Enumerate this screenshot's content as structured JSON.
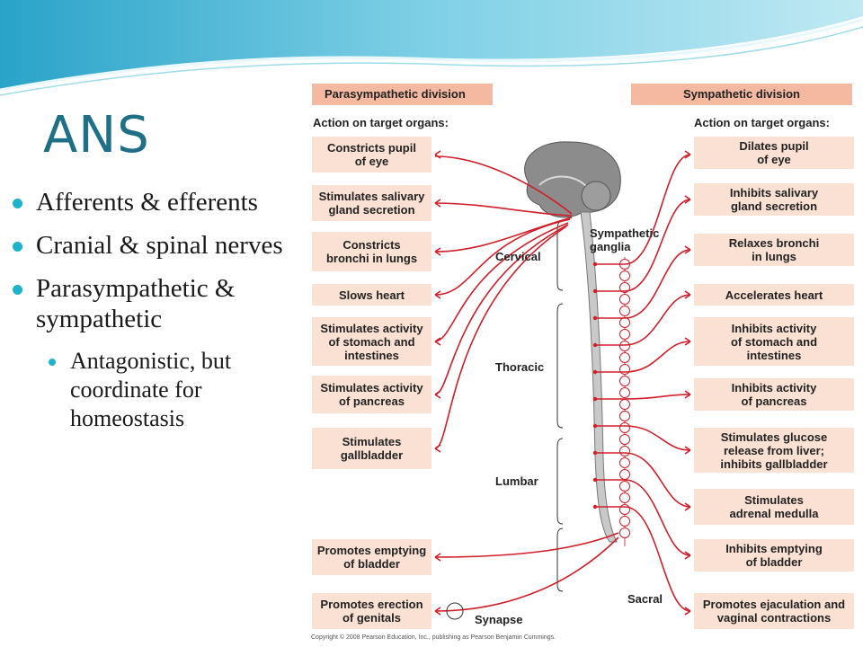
{
  "slide": {
    "title": "ANS",
    "bullets": [
      "Afferents & efferents",
      "Cranial & spinal nerves",
      "Parasympathetic & sympathetic"
    ],
    "sub_bullets": [
      "Antagonistic, but coordinate for homeostasis"
    ]
  },
  "figure": {
    "parasympathetic_header": "Parasympathetic division",
    "sympathetic_header": "Sympathetic division",
    "action_label_left": "Action on target organs:",
    "action_label_right": "Action on target organs:",
    "parasympathetic_actions": [
      "Constricts pupil\nof eye",
      "Stimulates salivary\ngland secretion",
      "Constricts\nbronchi in lungs",
      "Slows heart",
      "Stimulates activity\nof stomach and\nintestines",
      "Stimulates activity\nof pancreas",
      "Stimulates\ngallbladder",
      "Promotes emptying\nof bladder",
      "Promotes erection\nof genitals"
    ],
    "sympathetic_actions": [
      "Dilates pupil\nof eye",
      "Inhibits salivary\ngland secretion",
      "Relaxes bronchi\nin lungs",
      "Accelerates heart",
      "Inhibits activity\nof stomach and\nintestines",
      "Inhibits activity\nof pancreas",
      "Stimulates glucose\nrelease from liver;\ninhibits gallbladder",
      "Stimulates\nadrenal medulla",
      "Inhibits emptying\nof bladder",
      "Promotes ejaculation and\nvaginal contractions"
    ],
    "regions": {
      "cervical": "Cervical",
      "thoracic": "Thoracic",
      "lumbar": "Lumbar",
      "sacral": "Sacral"
    },
    "sympathetic_ganglia_label": "Sympathetic\nganglia",
    "synapse_label": "Synapse",
    "copyright": "Copyright © 2008 Pearson Education, Inc., publishing as Pearson Benjamin Cummings."
  },
  "colors": {
    "title": "#1f6f86",
    "bullet_dot": "#20b2c7",
    "header_fill": "#f4b9a0",
    "organ_fill": "#fbe1d3",
    "nerve_red": "#d01f2a",
    "brain_gray": "#8c8c8c"
  }
}
